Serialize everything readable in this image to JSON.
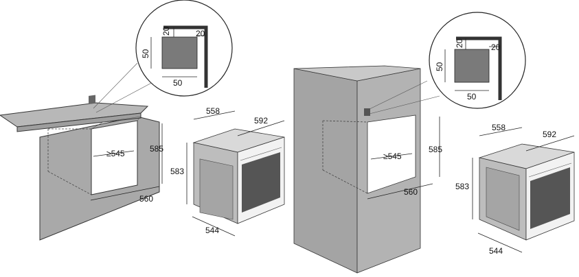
{
  "colors": {
    "wall": "#a9a9a9",
    "wall_dark": "#8e8e8e",
    "counter": "#b8b8b8",
    "oven_side": "#bdbdbd",
    "oven_front": "#f2f2f2",
    "oven_top": "#d9d9d9",
    "vent": "#7a7a7a",
    "line": "#222222"
  },
  "left_figure": {
    "zoom": {
      "corner_top": "20",
      "corner_right": "20",
      "square_height": "50",
      "square_width": "50"
    },
    "cavity": {
      "depth": "≥545",
      "height": "585",
      "width": "560"
    },
    "oven": {
      "depth_top": "558",
      "width_top": "592",
      "height": "583",
      "width_bottom": "544"
    }
  },
  "right_figure": {
    "zoom": {
      "corner_top": "20",
      "corner_right": "20",
      "square_height": "50",
      "square_width": "50"
    },
    "cavity": {
      "depth": "≥545",
      "height": "585",
      "width": "560"
    },
    "oven": {
      "depth_top": "558",
      "width_top": "592",
      "height": "583",
      "width_bottom": "544"
    }
  }
}
